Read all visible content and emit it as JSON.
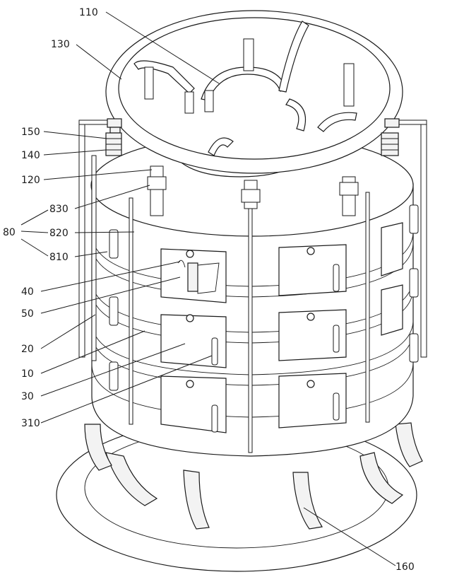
{
  "figure": {
    "labels": {
      "l110": "110",
      "l130": "130",
      "l150": "150",
      "l140": "140",
      "l120": "120",
      "l80": "80",
      "l830": "830",
      "l820": "820",
      "l810": "810",
      "l40": "40",
      "l50": "50",
      "l20": "20",
      "l10": "10",
      "l30": "30",
      "l310": "310",
      "l160": "160"
    }
  }
}
